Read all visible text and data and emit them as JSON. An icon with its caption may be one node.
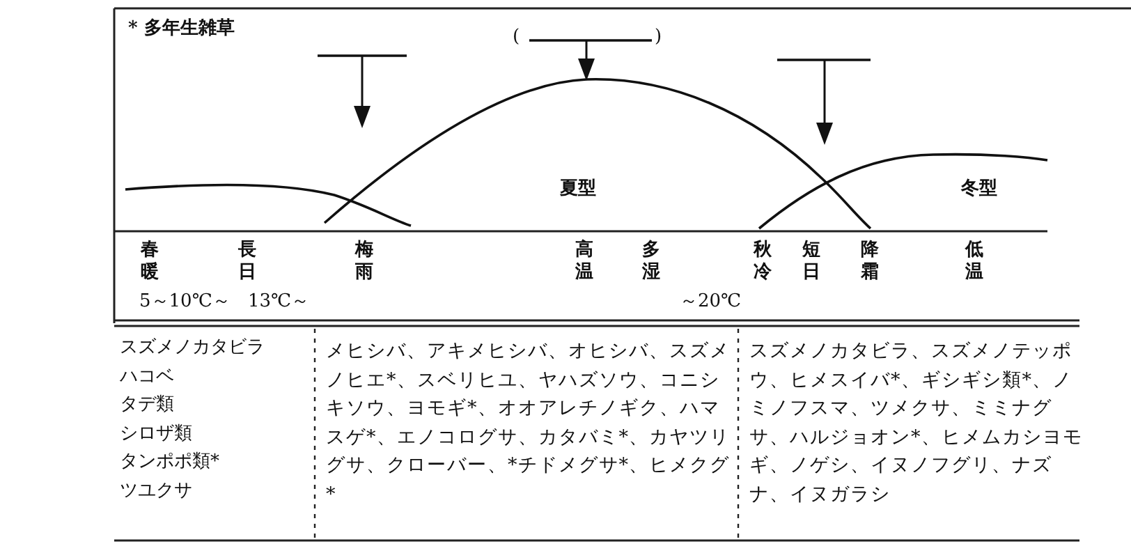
{
  "diagram": {
    "labels": [
      "* 多年生雑草",
      "(",
      ")",
      "夏型",
      "冬型",
      "春暖",
      "長日",
      "梅雨",
      "高温",
      "多湿",
      "秋冷",
      "短日",
      "降霜",
      "低温",
      "5～10℃～",
      "13℃～",
      "～20℃",
      "スズメノカタビラ",
      "ハコベ",
      "タデ類",
      "シロザ類",
      "タンポポ類*",
      "ツユクサ",
      "メヒシバ、アキメヒシバ、オヒシバ、スズメノヒエ*、スベリヒユ、ヤハズソウ、コニシキソウ、ヨモギ*、オオアレチノギク、ハマスゲ*、エノコログサ、カタバミ*、カヤツリグサ、クローバー、*チドメグサ*、ヒメクグ*",
      "スズメノカタビラ、スズメノテッポウ、ヒメスイバ*、ギシギシ類*、ノミノフスマ、ツメクサ、ミミナグサ、ハルジョオン*、ヒメムカシヨモギ、ノゲシ、イヌノフグリ、ナズナ、イヌガラシ"
    ]
  }
}
